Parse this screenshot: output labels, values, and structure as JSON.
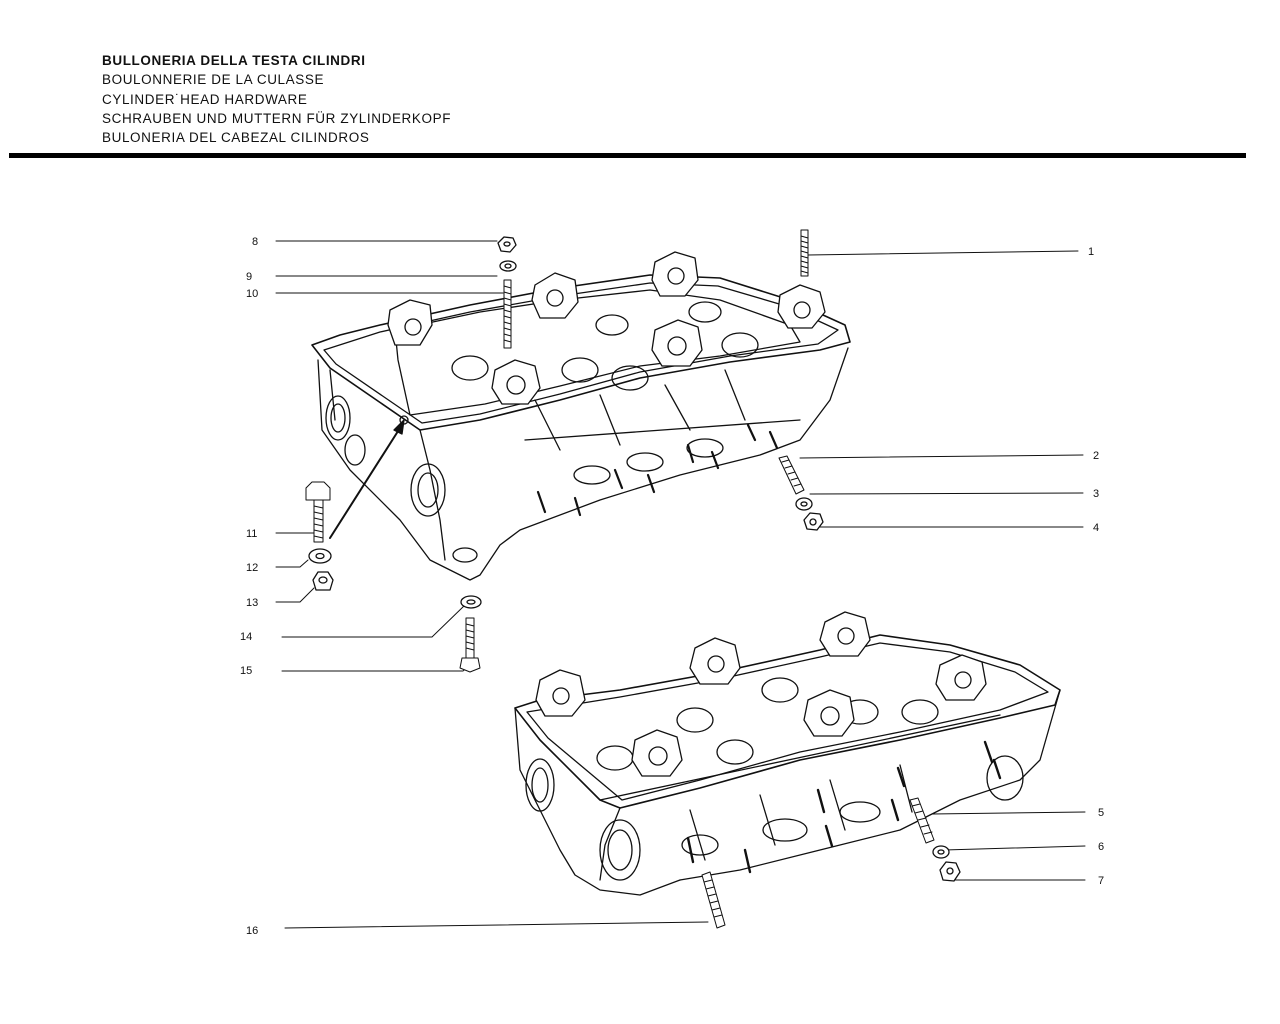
{
  "header": {
    "titles": [
      "BULLONERIA DELLA TESTA CILINDRI",
      "BOULONNERIE DE LA CULASSE",
      "CYLINDER˙HEAD HARDWARE",
      "SCHRAUBEN UND MUTTERN FÜR ZYLINDERKOPF",
      "BULONERIA DEL CABEZAL CILINDROS"
    ]
  },
  "callouts": [
    "1",
    "2",
    "3",
    "4",
    "5",
    "6",
    "7",
    "8",
    "9",
    "10",
    "11",
    "12",
    "13",
    "14",
    "15",
    "16"
  ],
  "colors": {
    "ink": "#111111",
    "paper": "#ffffff"
  }
}
